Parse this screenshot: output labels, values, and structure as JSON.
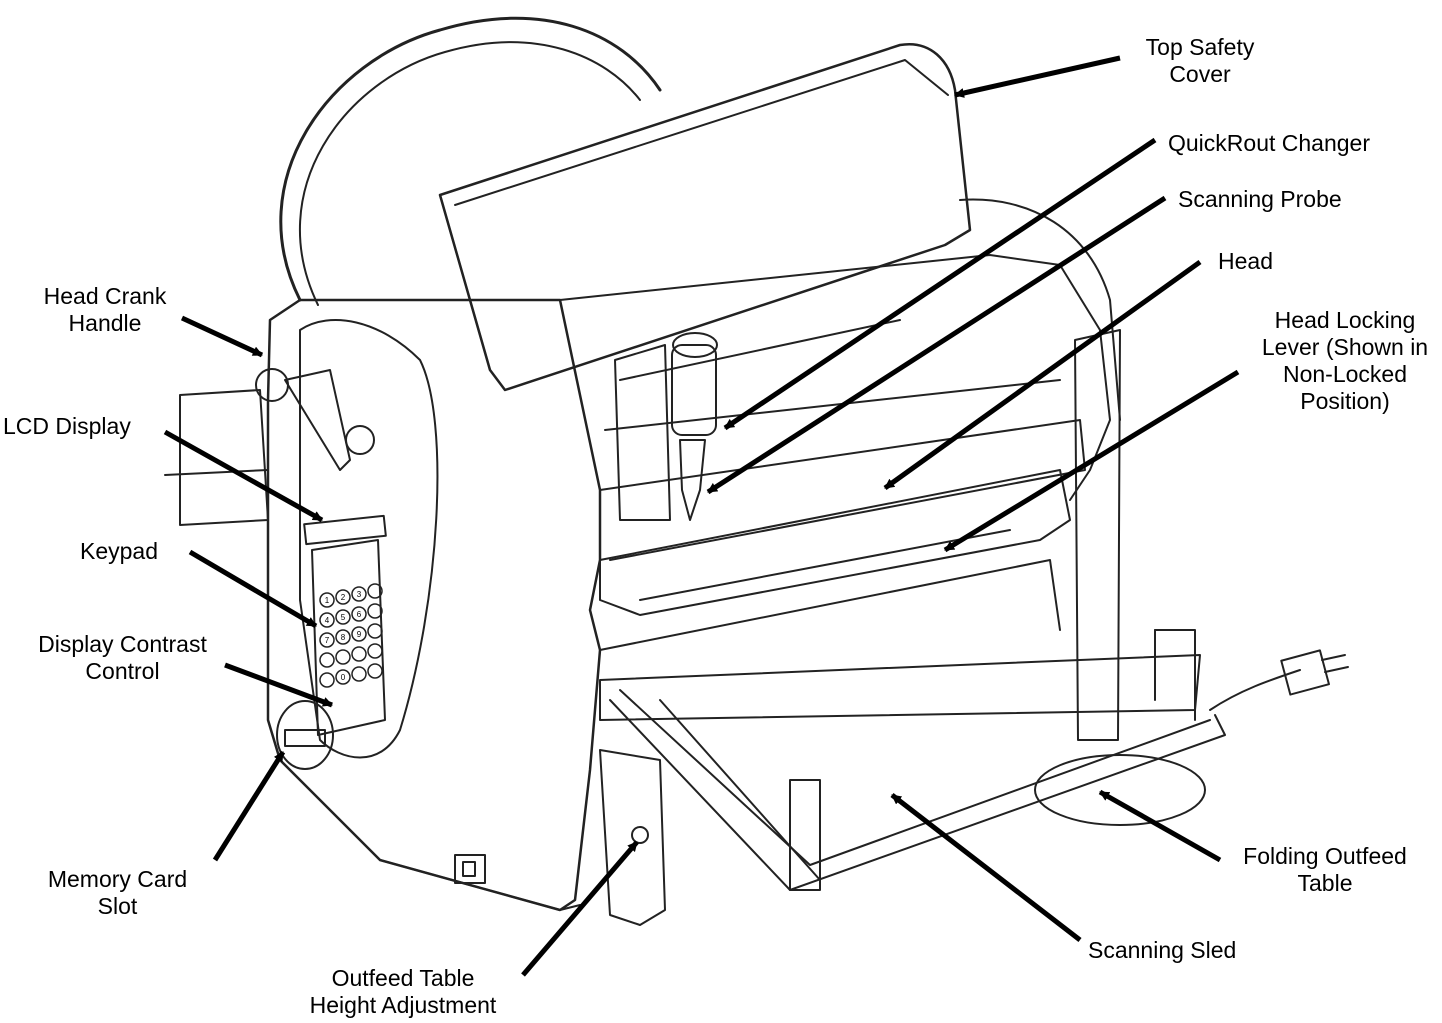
{
  "callouts": [
    {
      "id": "top-safety-cover",
      "lines": [
        "Top Safety",
        "Cover"
      ]
    },
    {
      "id": "quickrout-changer",
      "lines": [
        "QuickRout Changer"
      ]
    },
    {
      "id": "scanning-probe",
      "lines": [
        "Scanning Probe"
      ]
    },
    {
      "id": "head",
      "lines": [
        "Head"
      ]
    },
    {
      "id": "head-locking-lever",
      "lines": [
        "Head Locking",
        "Lever (Shown in",
        "Non-Locked",
        "Position)"
      ]
    },
    {
      "id": "head-crank-handle",
      "lines": [
        "Head Crank",
        "Handle"
      ]
    },
    {
      "id": "lcd-display",
      "lines": [
        "LCD Display"
      ]
    },
    {
      "id": "keypad",
      "lines": [
        "Keypad"
      ]
    },
    {
      "id": "display-contrast-control",
      "lines": [
        "Display Contrast",
        "Control"
      ]
    },
    {
      "id": "memory-card-slot",
      "lines": [
        "Memory Card",
        "Slot"
      ]
    },
    {
      "id": "outfeed-table-height-adjustment",
      "lines": [
        "Outfeed Table",
        "Height Adjustment"
      ]
    },
    {
      "id": "scanning-sled",
      "lines": [
        "Scanning Sled"
      ]
    },
    {
      "id": "folding-outfeed-table",
      "lines": [
        "Folding Outfeed",
        "Table"
      ]
    }
  ],
  "keypad_glyphs": [
    "1",
    "2",
    "3",
    "4",
    "5",
    "6",
    "7",
    "8",
    "9",
    "0"
  ]
}
